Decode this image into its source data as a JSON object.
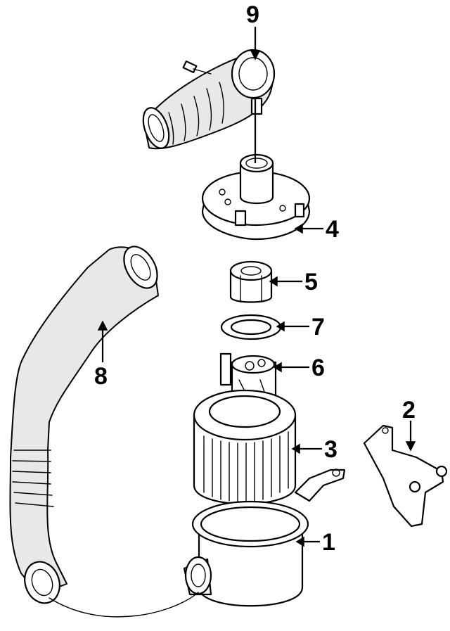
{
  "diagram": {
    "callouts": [
      {
        "id": "1",
        "label": "1"
      },
      {
        "id": "2",
        "label": "2"
      },
      {
        "id": "3",
        "label": "3"
      },
      {
        "id": "4",
        "label": "4"
      },
      {
        "id": "5",
        "label": "5"
      },
      {
        "id": "6",
        "label": "6"
      },
      {
        "id": "7",
        "label": "7"
      },
      {
        "id": "8",
        "label": "8"
      },
      {
        "id": "9",
        "label": "9"
      }
    ],
    "colors": {
      "line": "#000000",
      "background": "#ffffff",
      "shade": "#e8e8e8"
    }
  }
}
